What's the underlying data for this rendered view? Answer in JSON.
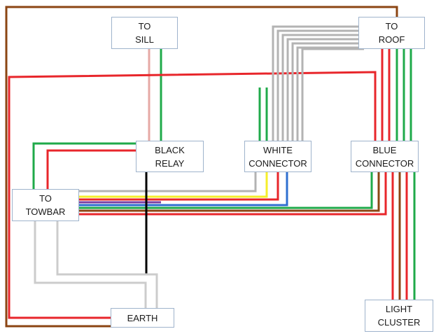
{
  "boxes": {
    "sill": {
      "line1": "TO",
      "line2": "SILL"
    },
    "roof": {
      "line1": "TO",
      "line2": "ROOF"
    },
    "black_relay": {
      "line1": "BLACK",
      "line2": "RELAY"
    },
    "white_connector": {
      "line1": "WHITE",
      "line2": "CONNECTOR"
    },
    "blue_connector": {
      "line1": "BLUE",
      "line2": "CONNECTOR"
    },
    "towbar": {
      "line1": "TO",
      "line2": "TOWBAR"
    },
    "earth": {
      "line1": "EARTH"
    },
    "light_cluster": {
      "line1": "LIGHT",
      "line2": "CLUSTER"
    }
  },
  "wire_colors": {
    "brown": "#8b4513",
    "red": "#e8262b",
    "green": "#1faa4a",
    "grey": "#b3b3b3",
    "pink": "#e6a9a5",
    "black": "#000000",
    "yellow": "#f5ee2a",
    "purple": "#7b3fa3",
    "blue": "#2f6fd0",
    "light_grey": "#cccccc"
  }
}
